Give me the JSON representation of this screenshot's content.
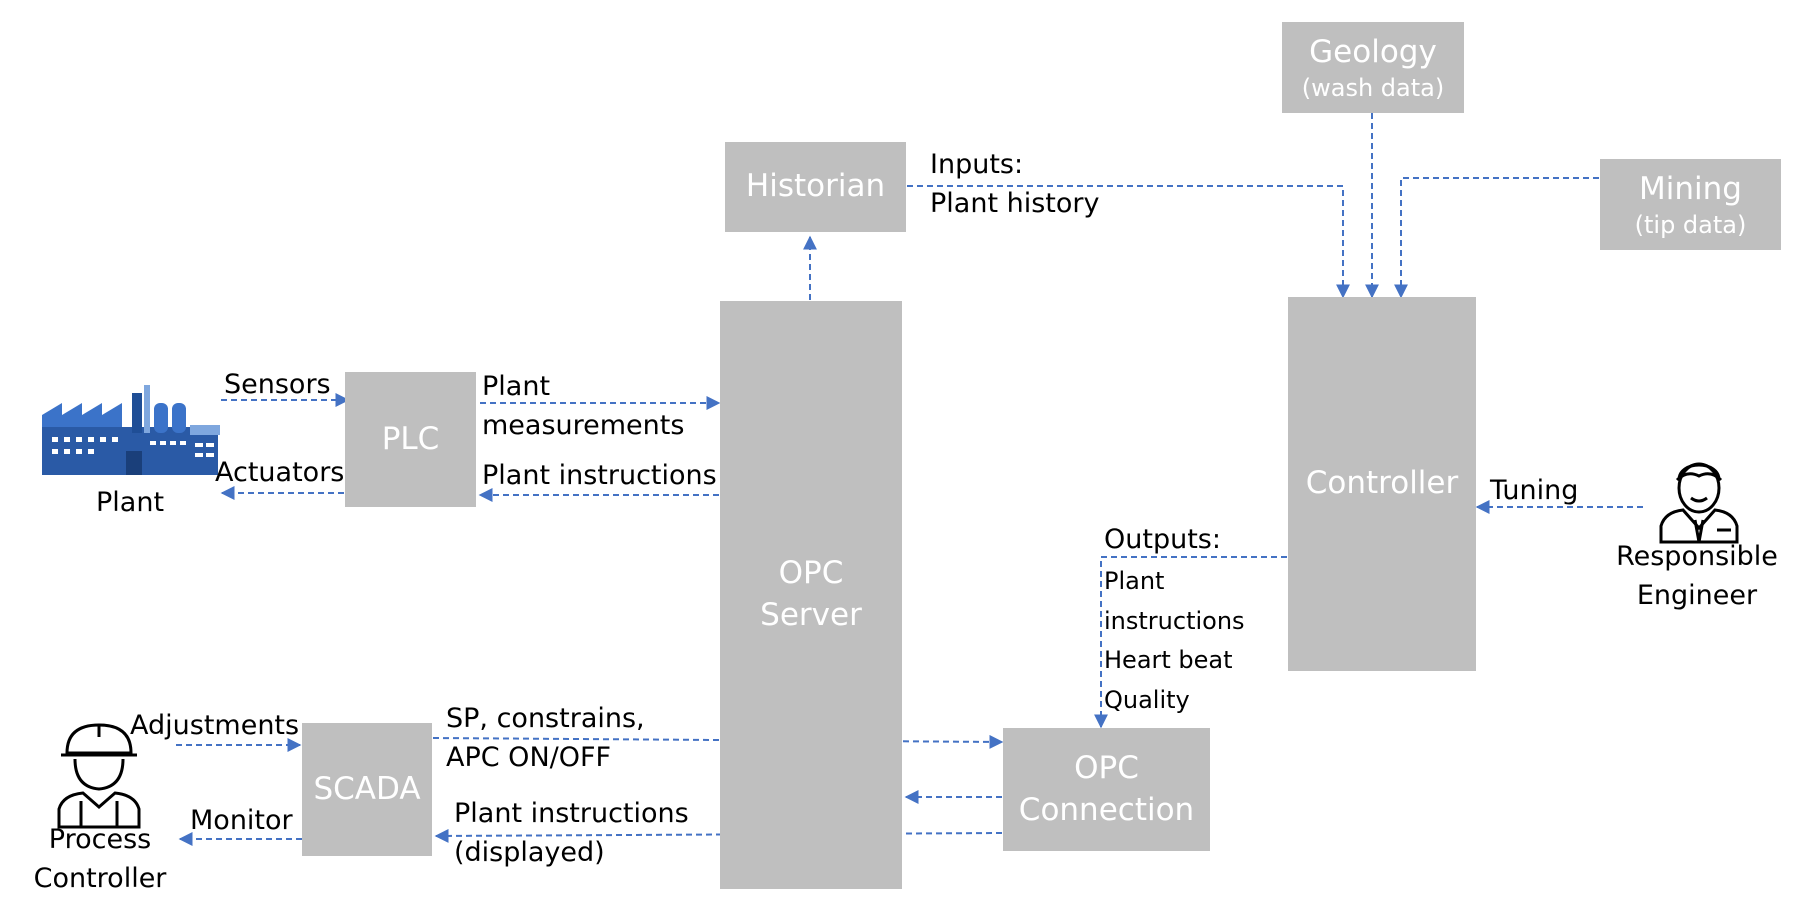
{
  "colors": {
    "box_fill": "#bfbfbf",
    "box_text": "#ffffff",
    "arrow": "#4472c4",
    "label_text": "#000000"
  },
  "nodes": {
    "geology": {
      "title": "Geology",
      "subtitle": "(wash data)"
    },
    "historian": {
      "title": "Historian"
    },
    "mining": {
      "title": "Mining",
      "subtitle": "(tip data)"
    },
    "plc": {
      "title": "PLC"
    },
    "opc_server": {
      "line1": "OPC",
      "line2": "Server"
    },
    "controller": {
      "title": "Controller"
    },
    "scada": {
      "title": "SCADA"
    },
    "opc_connection": {
      "line1": "OPC",
      "line2": "Connection"
    }
  },
  "actors": {
    "plant": {
      "label": "Plant",
      "icon": "factory-icon"
    },
    "engineer": {
      "line1": "Responsible",
      "line2": "Engineer",
      "icon": "engineer-icon"
    },
    "process_controller": {
      "line1": "Process",
      "line2": "Controller",
      "icon": "worker-hardhat-icon"
    }
  },
  "labels": {
    "inputs": [
      "Inputs:",
      "Plant history"
    ],
    "sensors": "Sensors",
    "actuators": "Actuators",
    "plant_measurements": [
      "Plant",
      "measurements"
    ],
    "plant_instructions": "Plant instructions",
    "tuning": "Tuning",
    "outputs": "Outputs:",
    "outputs_items": [
      "Plant",
      "instructions",
      "Heart beat",
      "Quality"
    ],
    "adjustments": "Adjustments",
    "monitor": "Monitor",
    "sp_constraints": [
      "SP, constrains,",
      "APC ON/OFF"
    ],
    "plant_instructions_displayed": [
      "Plant instructions",
      "(displayed)"
    ]
  }
}
